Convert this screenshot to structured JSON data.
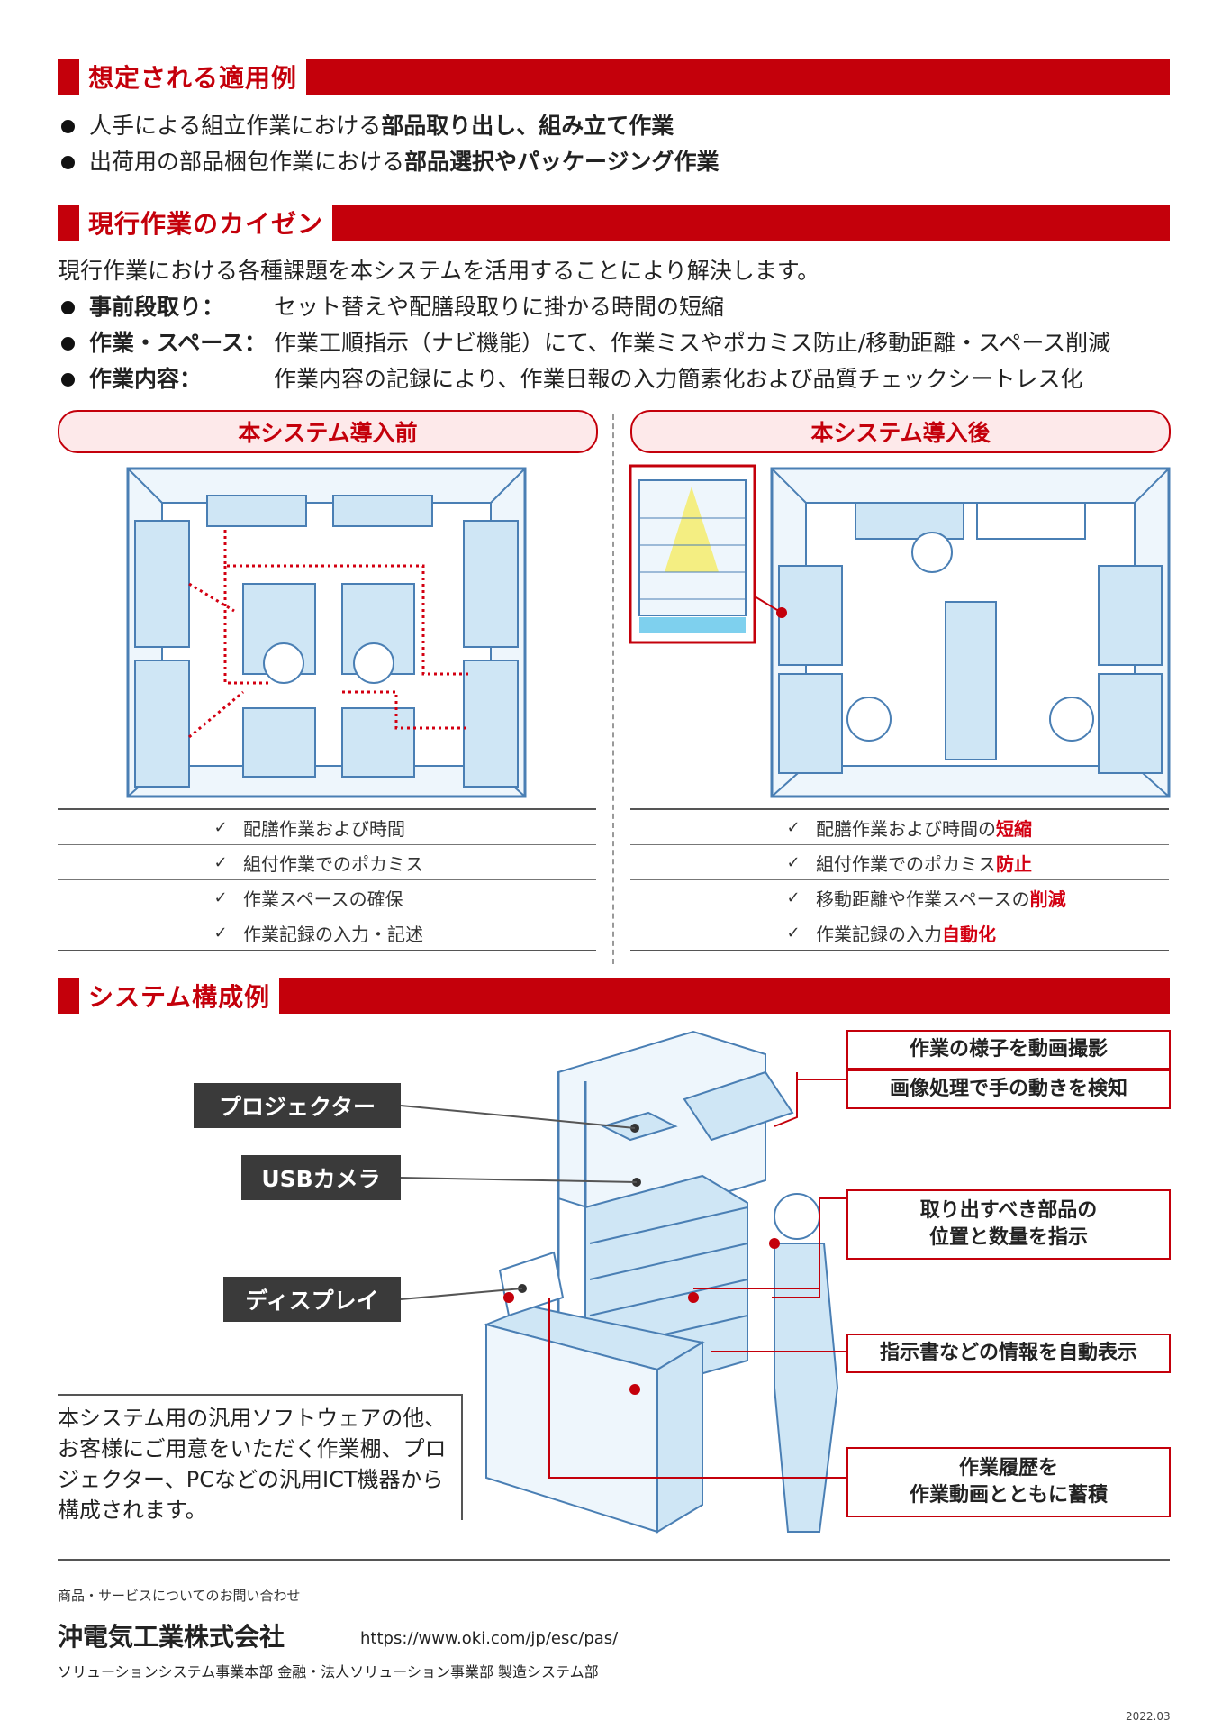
{
  "sections": {
    "application": "想定される適用例",
    "kaizen": "現行作業のカイゼン",
    "system": "システム構成例"
  },
  "application_items": [
    {
      "pre": "人手による組立作業における",
      "bold": "部品取り出し、組み立て作業"
    },
    {
      "pre": "出荷用の部品梱包作業における",
      "bold": "部品選択やパッケージング作業"
    }
  ],
  "kaizen": {
    "intro": "現行作業における各種課題を本システムを活用することにより解決します。",
    "items": [
      {
        "label": "事前段取り：",
        "text": "セット替えや配膳段取りに掛かる時間の短縮"
      },
      {
        "label": "作業・スペース：",
        "text": "作業工順指示（ナビ機能）にて、作業ミスやポカミス防止/移動距離・スペース削減"
      },
      {
        "label": "作業内容：",
        "text": "作業内容の記録により、作業日報の入力簡素化および品質チェックシートレス化"
      }
    ]
  },
  "before": {
    "title": "本システム導入前",
    "checks": [
      "配膳作業および時間",
      "組付作業でのポカミス",
      "作業スペースの確保",
      "作業記録の入力・記述"
    ]
  },
  "after": {
    "title": "本システム導入後",
    "checks": [
      {
        "pre": "配膳作業および時間の",
        "red": "短縮"
      },
      {
        "pre": "組付作業でのポカミス",
        "red": "防止"
      },
      {
        "pre": "移動距離や作業スペースの",
        "red": "削減"
      },
      {
        "pre": "作業記録の入力",
        "red": "自動化"
      }
    ]
  },
  "system": {
    "labels": {
      "projector": "プロジェクター",
      "camera": "USBカメラ",
      "display": "ディスプレイ"
    },
    "callouts": {
      "video": "作業の様子を動画撮影",
      "detect": "画像処理で手の動きを検知",
      "parts": "取り出すべき部品の\n位置と数量を指示",
      "info": "指示書などの情報を自動表示",
      "history": "作業履歴を\n作業動画とともに蓄積"
    },
    "note": "本システム用の汎用ソフトウェアの他、お客様にご用意をいただく作業棚、プロジェクター、PCなどの汎用ICT機器から構成されます。"
  },
  "footer": {
    "contact": "商品・サービスについてのお問い合わせ",
    "company": "沖電気工業株式会社",
    "url": "https://www.oki.com/jp/esc/pas/",
    "dept": "ソリューションシステム事業本部 金融・法人ソリューション事業部 製造システム部",
    "date": "2022.03"
  },
  "colors": {
    "accent": "#c4000b",
    "line_blue": "#4a7fb4",
    "fill_blue": "#cfe6f5"
  }
}
